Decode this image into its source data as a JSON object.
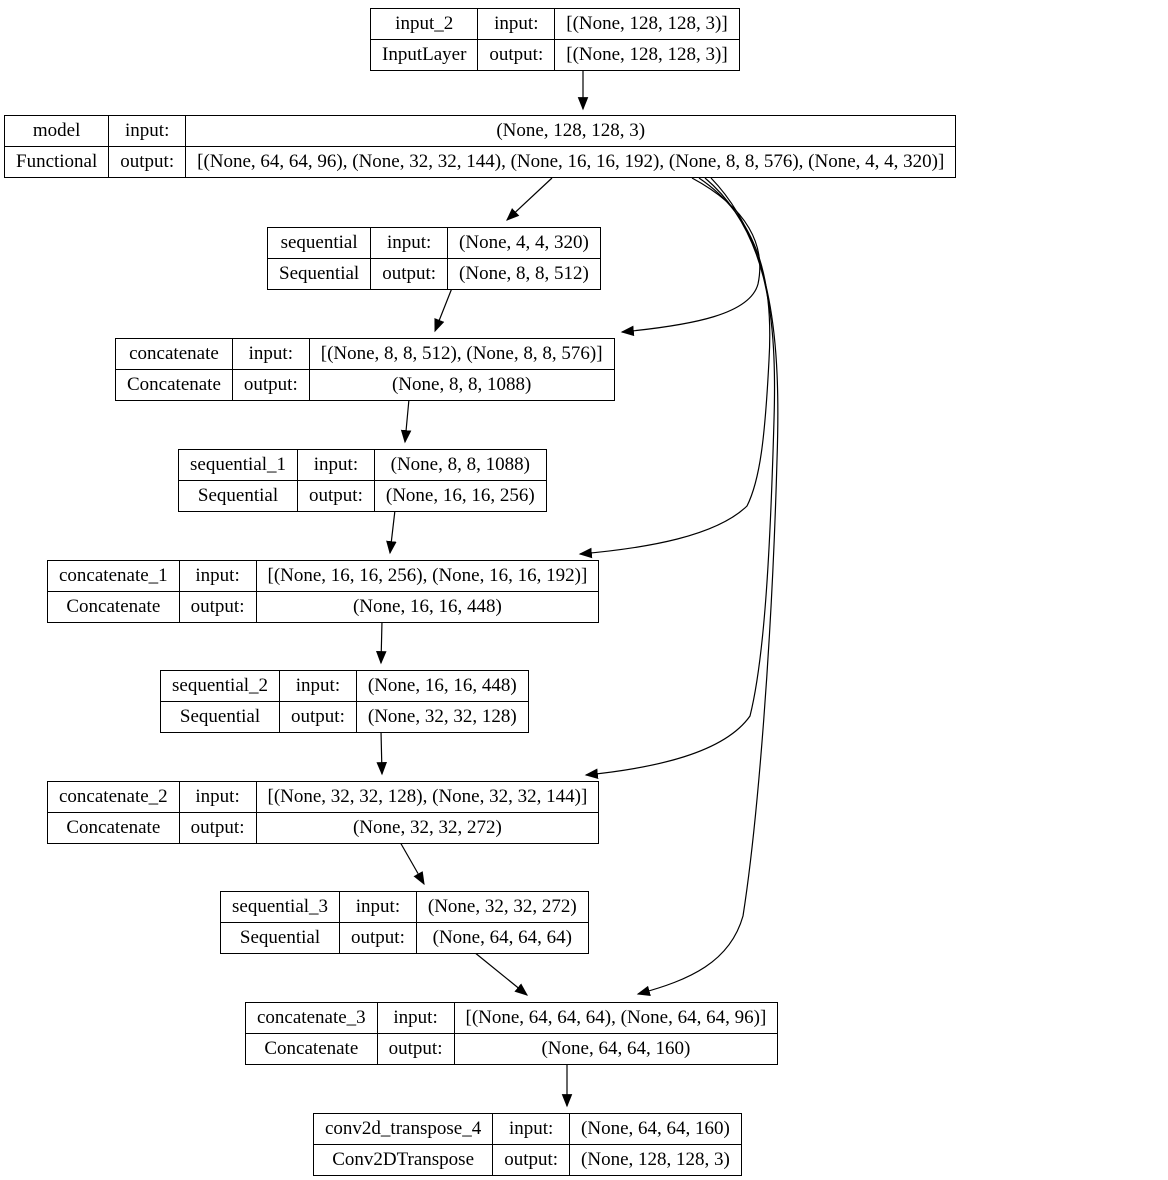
{
  "diagram": {
    "kind": "keras-model-architecture-graph",
    "nodes": [
      {
        "id": "input_2",
        "name": "input_2",
        "type": "InputLayer",
        "input_label": "input:",
        "output_label": "output:",
        "input_shape": "[(None, 128, 128, 3)]",
        "output_shape": "[(None, 128, 128, 3)]"
      },
      {
        "id": "model",
        "name": "model",
        "type": "Functional",
        "input_label": "input:",
        "output_label": "output:",
        "input_shape": "(None, 128, 128, 3)",
        "output_shape": "[(None, 64, 64, 96), (None, 32, 32, 144), (None, 16, 16, 192), (None, 8, 8, 576), (None, 4, 4, 320)]"
      },
      {
        "id": "sequential",
        "name": "sequential",
        "type": "Sequential",
        "input_label": "input:",
        "output_label": "output:",
        "input_shape": "(None, 4, 4, 320)",
        "output_shape": "(None, 8, 8, 512)"
      },
      {
        "id": "concatenate",
        "name": "concatenate",
        "type": "Concatenate",
        "input_label": "input:",
        "output_label": "output:",
        "input_shape": "[(None, 8, 8, 512), (None, 8, 8, 576)]",
        "output_shape": "(None, 8, 8, 1088)"
      },
      {
        "id": "sequential_1",
        "name": "sequential_1",
        "type": "Sequential",
        "input_label": "input:",
        "output_label": "output:",
        "input_shape": "(None, 8, 8, 1088)",
        "output_shape": "(None, 16, 16, 256)"
      },
      {
        "id": "concatenate_1",
        "name": "concatenate_1",
        "type": "Concatenate",
        "input_label": "input:",
        "output_label": "output:",
        "input_shape": "[(None, 16, 16, 256), (None, 16, 16, 192)]",
        "output_shape": "(None, 16, 16, 448)"
      },
      {
        "id": "sequential_2",
        "name": "sequential_2",
        "type": "Sequential",
        "input_label": "input:",
        "output_label": "output:",
        "input_shape": "(None, 16, 16, 448)",
        "output_shape": "(None, 32, 32, 128)"
      },
      {
        "id": "concatenate_2",
        "name": "concatenate_2",
        "type": "Concatenate",
        "input_label": "input:",
        "output_label": "output:",
        "input_shape": "[(None, 32, 32, 128), (None, 32, 32, 144)]",
        "output_shape": "(None, 32, 32, 272)"
      },
      {
        "id": "sequential_3",
        "name": "sequential_3",
        "type": "Sequential",
        "input_label": "input:",
        "output_label": "output:",
        "input_shape": "(None, 32, 32, 272)",
        "output_shape": "(None, 64, 64, 64)"
      },
      {
        "id": "concatenate_3",
        "name": "concatenate_3",
        "type": "Concatenate",
        "input_label": "input:",
        "output_label": "output:",
        "input_shape": "[(None, 64, 64, 64), (None, 64, 64, 96)]",
        "output_shape": "(None, 64, 64, 160)"
      },
      {
        "id": "conv2d_transpose_4",
        "name": "conv2d_transpose_4",
        "type": "Conv2DTranspose",
        "input_label": "input:",
        "output_label": "output:",
        "input_shape": "(None, 64, 64, 160)",
        "output_shape": "(None, 128, 128, 3)"
      }
    ],
    "edges": [
      {
        "from": "input_2",
        "to": "model"
      },
      {
        "from": "model",
        "to": "sequential"
      },
      {
        "from": "model",
        "to": "concatenate"
      },
      {
        "from": "model",
        "to": "concatenate_1"
      },
      {
        "from": "model",
        "to": "concatenate_2"
      },
      {
        "from": "model",
        "to": "concatenate_3"
      },
      {
        "from": "sequential",
        "to": "concatenate"
      },
      {
        "from": "concatenate",
        "to": "sequential_1"
      },
      {
        "from": "sequential_1",
        "to": "concatenate_1"
      },
      {
        "from": "concatenate_1",
        "to": "sequential_2"
      },
      {
        "from": "sequential_2",
        "to": "concatenate_2"
      },
      {
        "from": "concatenate_2",
        "to": "sequential_3"
      },
      {
        "from": "sequential_3",
        "to": "concatenate_3"
      },
      {
        "from": "concatenate_3",
        "to": "conv2d_transpose_4"
      }
    ],
    "colors": {
      "node_border": "#000000",
      "edge": "#000000",
      "background": "#ffffff",
      "text": "#000000"
    }
  }
}
